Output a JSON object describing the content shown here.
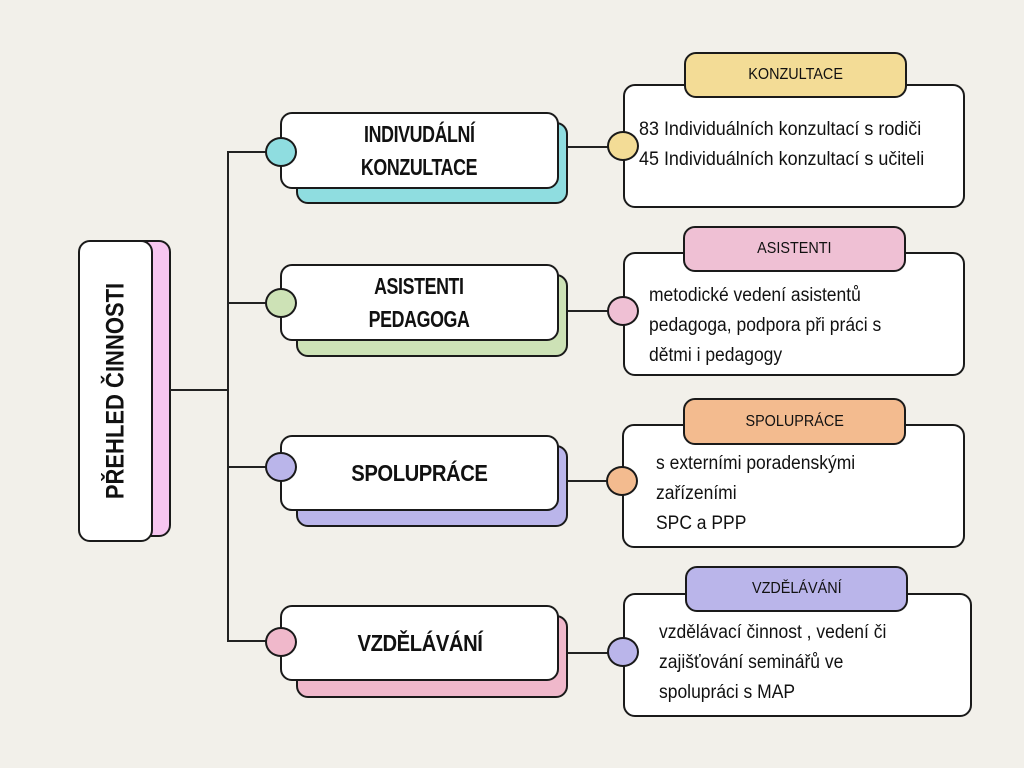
{
  "title": "PŘEHLED ČINNOSTI",
  "colors": {
    "background": "#f2f0ea",
    "root": "#f7c6f0",
    "teal": "#8fdde0",
    "green": "#cde2b6",
    "lavender": "#bab5ea",
    "pink": "#f0b8cb",
    "yellow": "#f3dc96",
    "rose": "#efc0d4",
    "orange": "#f3bb8f"
  },
  "branches": [
    {
      "label": [
        "INDIVUDÁLNÍ",
        "KONZULTACE"
      ],
      "tab": "KONZULTACE",
      "detail": [
        "83 Individuálních konzultací s rodiči",
        "45 Individuálních konzultací s učiteli"
      ]
    },
    {
      "label": [
        "ASISTENTI",
        "PEDAGOGA"
      ],
      "tab": "ASISTENTI",
      "detail": [
        "metodické vedení asistentů",
        "pedagoga, podpora při práci s",
        "dětmi i pedagogy"
      ]
    },
    {
      "label": [
        "SPOLUPRÁCE"
      ],
      "tab": "SPOLUPRÁCE",
      "detail": [
        "s externími poradenskými",
        "zařízeními",
        "SPC  a  PPP"
      ]
    },
    {
      "label": [
        "VZDĚLÁVÁNÍ"
      ],
      "tab": "VZDĚLÁVÁNÍ",
      "detail": [
        "vzdělávací činnost , vedení či",
        "zajišťování seminářů ve",
        "spolupráci s MAP"
      ]
    }
  ]
}
